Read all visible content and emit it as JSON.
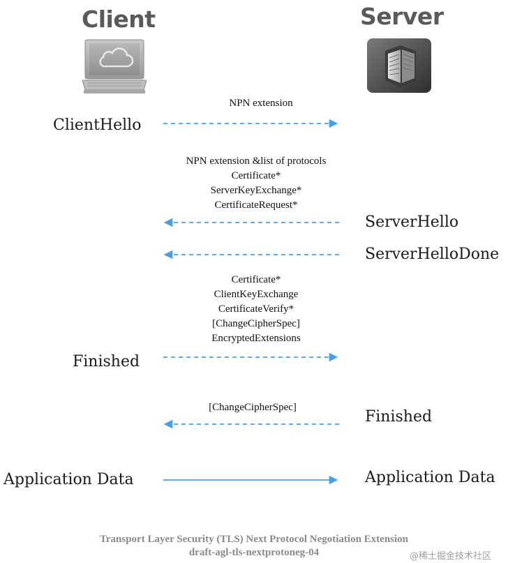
{
  "client": {
    "title": "Client",
    "icon": "laptop-cloud-icon"
  },
  "server": {
    "title": "Server",
    "icon": "server-rack-icon"
  },
  "left_labels": {
    "client_hello": "ClientHello",
    "finished": "Finished",
    "application_data": "Application Data"
  },
  "right_labels": {
    "server_hello": "ServerHello",
    "server_hello_done": "ServerHelloDone",
    "finished": "Finished",
    "application_data": "Application Data"
  },
  "messages": {
    "npn_ext": "NPN extension",
    "server_block": [
      "NPN extension &list of protocols",
      "Certificate*",
      "ServerKeyExchange*",
      "CertificateRequest*"
    ],
    "client_block": [
      "Certificate*",
      "ClientKeyExchange",
      "CertificateVerify*",
      "[ChangeCipherSpec]",
      "EncryptedExtensions"
    ],
    "server_ccs": "[ChangeCipherSpec]"
  },
  "arrows": [
    {
      "id": "client-hello-arrow",
      "direction": "to-server",
      "style": "dashed"
    },
    {
      "id": "server-hello-arrow",
      "direction": "to-client",
      "style": "dashed"
    },
    {
      "id": "server-hello-done-arrow",
      "direction": "to-client",
      "style": "dashed"
    },
    {
      "id": "client-finished-arrow",
      "direction": "to-server",
      "style": "dashed"
    },
    {
      "id": "server-finished-arrow",
      "direction": "to-client",
      "style": "dashed"
    },
    {
      "id": "application-data-arrow",
      "direction": "to-server",
      "style": "solid"
    }
  ],
  "colors": {
    "arrow": "#4a9ee0",
    "heading": "#5a5a5a",
    "caption": "#8a8a8a"
  },
  "caption": {
    "line1": "Transport Layer Security (TLS) Next Protocol Negotiation Extension",
    "line2": "draft-agl-tls-nextprotoneg-04"
  },
  "watermark": "@稀土掘金技术社区"
}
